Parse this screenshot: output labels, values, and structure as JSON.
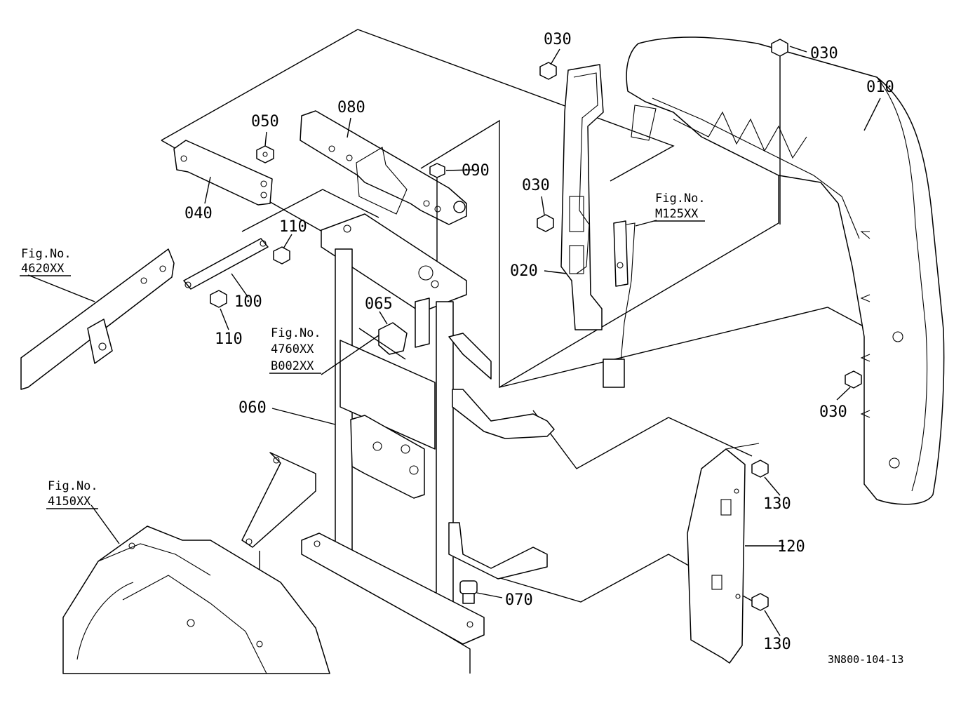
{
  "callouts": {
    "c010": "010",
    "c020": "020",
    "c030a": "030",
    "c030b": "030",
    "c030c": "030",
    "c030d": "030",
    "c040": "040",
    "c050": "050",
    "c060": "060",
    "c065": "065",
    "c070": "070",
    "c080": "080",
    "c090": "090",
    "c100": "100",
    "c110a": "110",
    "c110b": "110",
    "c120": "120",
    "c130a": "130",
    "c130b": "130"
  },
  "figure_refs": {
    "m125": {
      "label": "Fig.No.",
      "code": "M125XX"
    },
    "f4620": {
      "label": "Fig.No.",
      "code": "4620XX"
    },
    "f4760": {
      "label": "Fig.No.",
      "code1": "4760XX",
      "code2": "B002XX"
    },
    "f4150": {
      "label": "Fig.No.",
      "code": "4150XX"
    }
  },
  "drawing_code": "3N800-104-13"
}
